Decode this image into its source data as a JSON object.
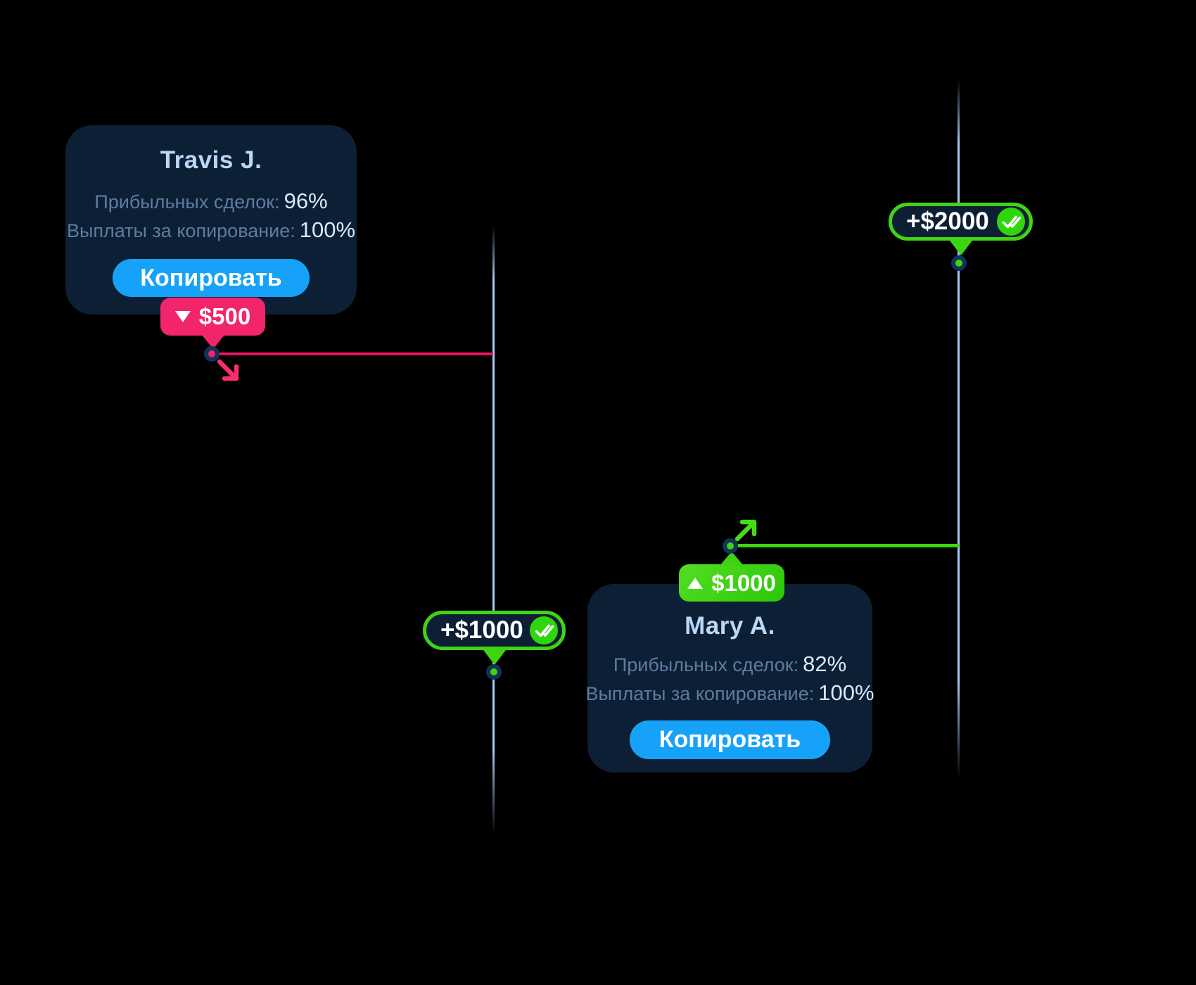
{
  "colors": {
    "background": "#000000",
    "card_bg": "#0D1F35",
    "button_blue": "#17A2F9",
    "loss_pink": "#F1246C",
    "gain_green": "#3CD60F",
    "timeline_blue": "#A6C8F2"
  },
  "cards": {
    "travis": {
      "name": "Travis J.",
      "stats": [
        {
          "label": "Прибыльных сделок:",
          "value": "96%"
        },
        {
          "label": "Выплаты за копирование:",
          "value": "100%"
        }
      ],
      "button_label": "Копировать"
    },
    "mary": {
      "name": "Mary A.",
      "stats": [
        {
          "label": "Прибыльных сделок:",
          "value": "82%"
        },
        {
          "label": "Выплаты за копирование:",
          "value": "100%"
        }
      ],
      "button_label": "Копировать"
    }
  },
  "badges": {
    "loss": {
      "amount": "$500",
      "direction": "down"
    },
    "gain": {
      "amount": "$1000",
      "direction": "up"
    }
  },
  "pills": {
    "mid": {
      "text": "+$1000",
      "icon": "double-check-icon"
    },
    "right": {
      "text": "+$2000",
      "icon": "double-check-icon"
    }
  }
}
